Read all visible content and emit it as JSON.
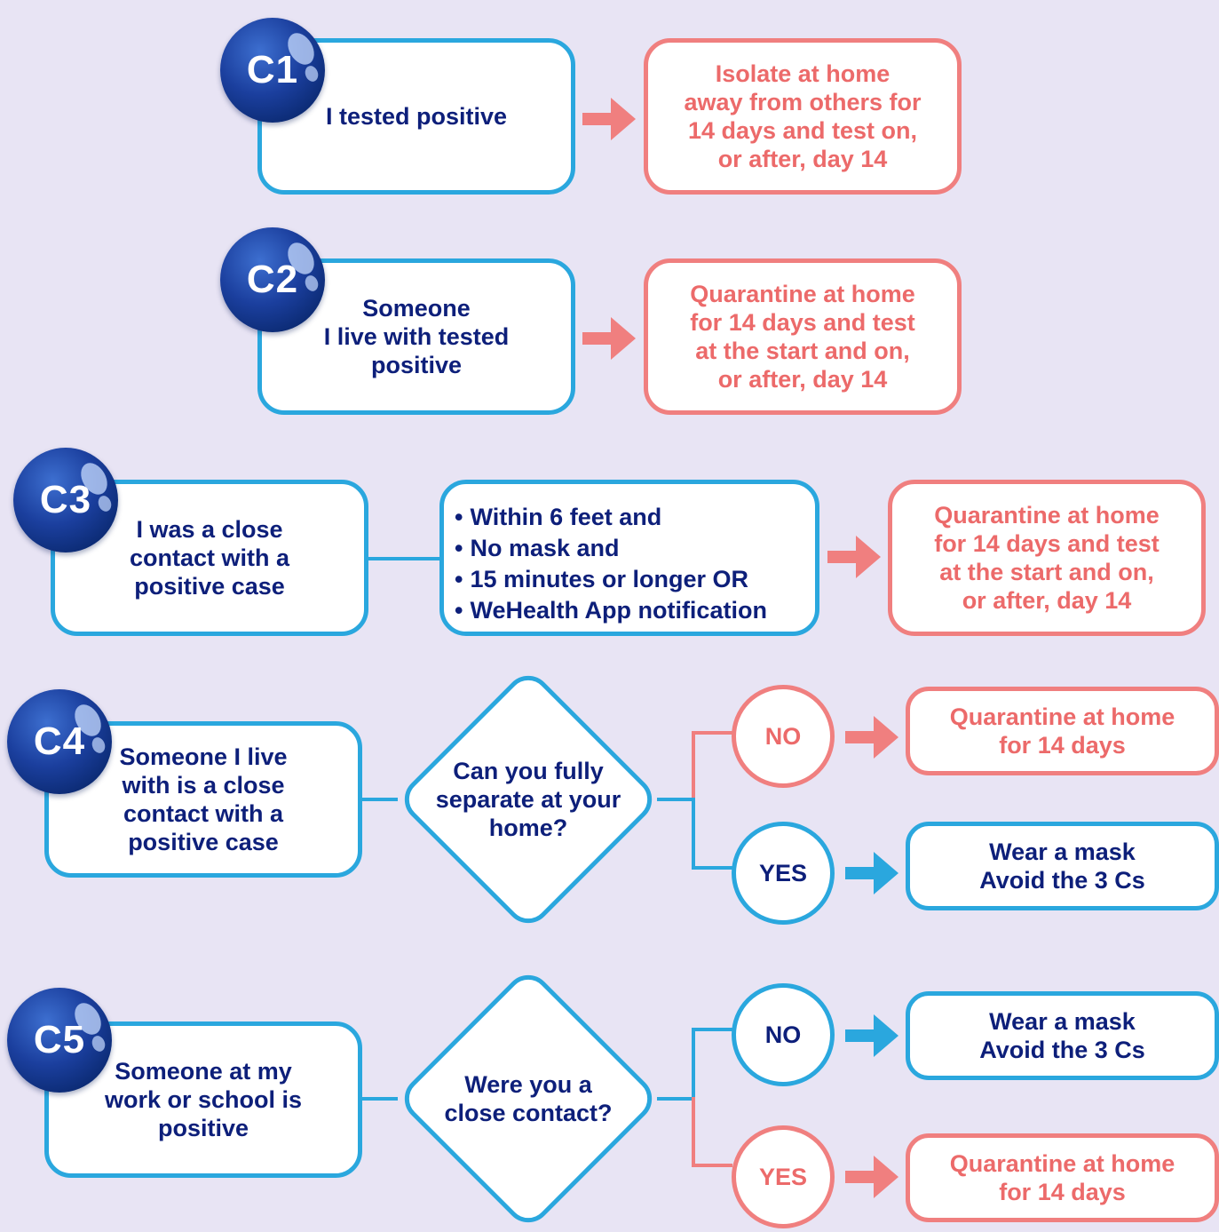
{
  "colors": {
    "background": "#e8e4f4",
    "blue": "#2aa7de",
    "navy": "#0d1f7a",
    "red": "#f07f7f",
    "red_text": "#ec6a6a"
  },
  "c1": {
    "badge": "C1",
    "situation": "I tested positive",
    "action": "Isolate at home\naway from others for\n14 days and test on,\nor after, day 14"
  },
  "c2": {
    "badge": "C2",
    "situation": "Someone\nI live with tested\npositive",
    "action": "Quarantine at home\nfor 14 days and test\nat the start and on,\nor after, day 14"
  },
  "c3": {
    "badge": "C3",
    "situation": "I was a close\ncontact with a\npositive case",
    "criteria": [
      "Within 6 feet and",
      "No mask and",
      "15 minutes or longer OR",
      "WeHealth App notification"
    ],
    "action": "Quarantine at home\nfor 14 days and test\nat the start and on,\nor after, day 14"
  },
  "c4": {
    "badge": "C4",
    "situation": "Someone I live\nwith is a close\ncontact with a\npositive case",
    "question": "Can you fully\nseparate at your\nhome?",
    "no_label": "NO",
    "no_action": "Quarantine at home\nfor 14 days",
    "yes_label": "YES",
    "yes_action": "Wear a mask\nAvoid the 3 Cs"
  },
  "c5": {
    "badge": "C5",
    "situation": "Someone at my\nwork or school is\npositive",
    "question": "Were you a\nclose contact?",
    "no_label": "NO",
    "no_action": "Wear a mask\nAvoid the 3 Cs",
    "yes_label": "YES",
    "yes_action": "Quarantine at home\nfor 14 days"
  }
}
